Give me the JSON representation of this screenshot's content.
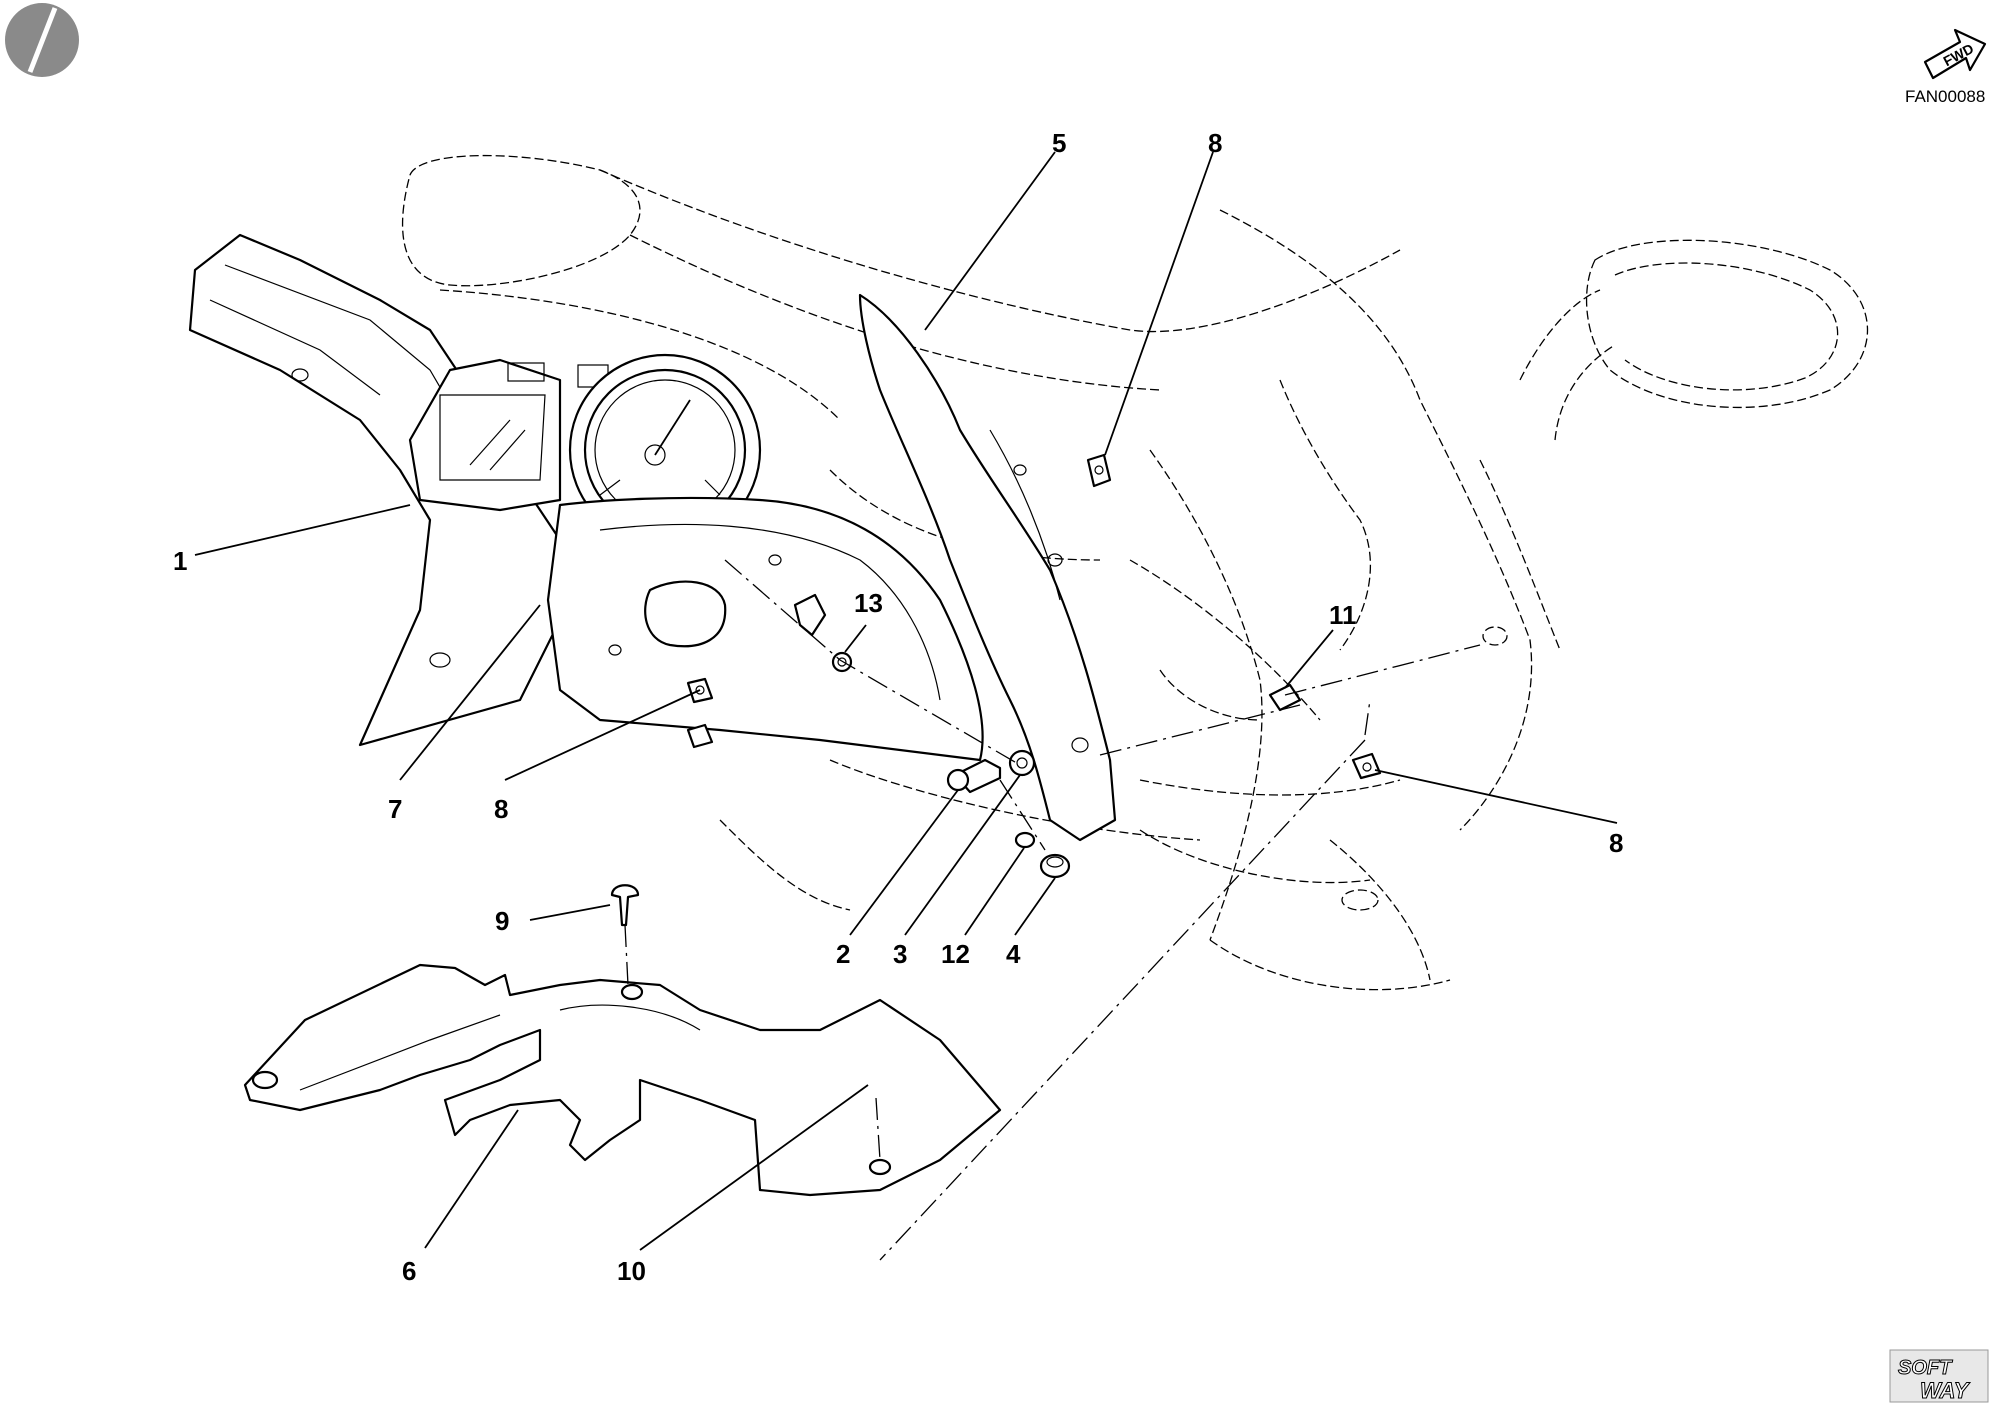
{
  "drawing_code": "FAN00088",
  "fwd_label": "FWD",
  "logo": {
    "line1": "SOFT",
    "line2": "WAY"
  },
  "callouts": [
    "1",
    "2",
    "3",
    "4",
    "5",
    "6",
    "7",
    "8",
    "8",
    "8",
    "9",
    "10",
    "11",
    "12",
    "13"
  ]
}
